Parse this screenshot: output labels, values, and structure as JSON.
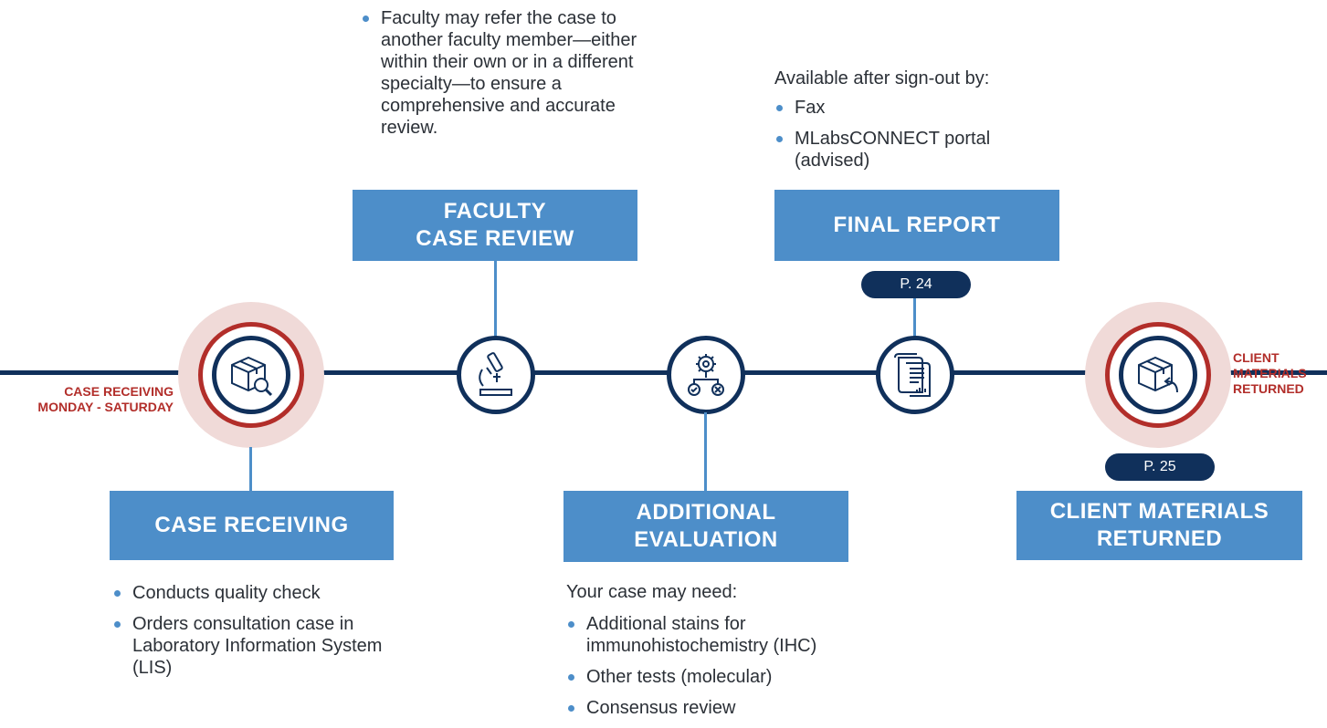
{
  "faculty_review": {
    "title_line1": "FACULTY",
    "title_line2": "CASE REVIEW",
    "bullets": [
      "Faculty may refer the case to another faculty member—either within their own or in a different specialty—to ensure a comprehensive and accurate review."
    ]
  },
  "final_report": {
    "title": "FINAL REPORT",
    "page_ref": "P. 24",
    "intro": "Available after sign-out by:",
    "bullets": [
      "Fax",
      "MLabsCONNECT portal (advised)"
    ]
  },
  "case_receiving": {
    "title": "CASE RECEIVING",
    "side_label_line1": "CASE RECEIVING",
    "side_label_line2": "MONDAY - SATURDAY",
    "bullets": [
      "Conducts quality check",
      "Orders consultation case in Laboratory Information System (LIS)"
    ]
  },
  "additional_evaluation": {
    "title_line1": "ADDITIONAL",
    "title_line2": "EVALUATION",
    "intro": "Your case may need:",
    "bullets": [
      "Additional stains for immunohistochemistry (IHC)",
      "Other tests (molecular)",
      "Consensus review"
    ]
  },
  "client_materials": {
    "title_line1": "CLIENT MATERIALS",
    "title_line2": "RETURNED",
    "page_ref": "P. 25",
    "side_label_line1": "CLIENT",
    "side_label_line2": "MATERIALS",
    "side_label_line3": "RETURNED"
  },
  "icons": {
    "case_receiving": "package-magnifier-icon",
    "faculty_review": "microscope-icon",
    "additional_evaluation": "gear-check-cross-icon",
    "final_report": "report-document-icon",
    "client_materials": "package-return-icon"
  },
  "colors": {
    "box_blue": "#4d8ec9",
    "navy": "#10305b",
    "red": "#b22e2a",
    "halo": "#f0dad8"
  }
}
